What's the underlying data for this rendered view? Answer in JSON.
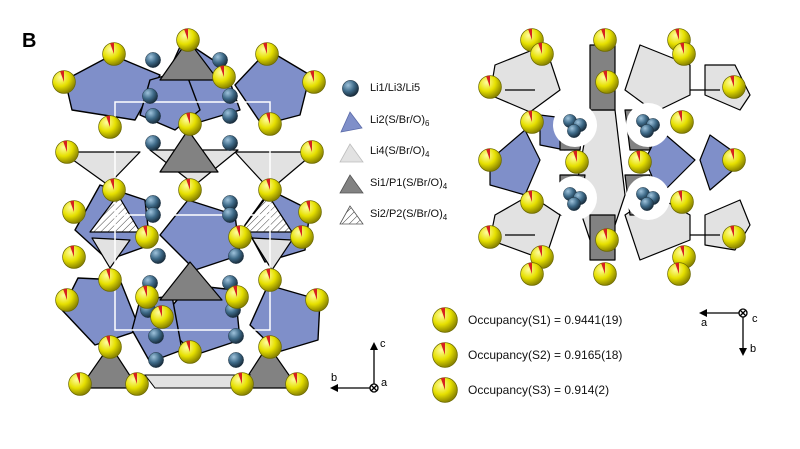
{
  "panel_label": "B",
  "legend": [
    {
      "label": "Li1/Li3/Li5",
      "icon": "li-sphere-icon"
    },
    {
      "label": "Li2(S/Br/O)",
      "sub": "6",
      "icon": "blue-polyhedron-icon"
    },
    {
      "label": "Li4(S/Br/O)",
      "sub": "4",
      "icon": "light-tetrahedron-icon"
    },
    {
      "label": "Si1/P1(S/Br/O)",
      "sub": "4",
      "icon": "dark-tetrahedron-icon"
    },
    {
      "label": "Si2/P2(S/Br/O)",
      "sub": "4",
      "icon": "hatched-tetrahedron-icon"
    }
  ],
  "occupancy": [
    {
      "label": "Occupancy(S1) = 0.9441(19)",
      "value": 0.9441
    },
    {
      "label": "Occupancy(S2) = 0.9165(18)",
      "value": 0.9165
    },
    {
      "label": "Occupancy(S3) = 0.914(2)",
      "value": 0.914
    }
  ],
  "axes_left": {
    "up": "c",
    "left": "b",
    "out": "a"
  },
  "axes_right": {
    "left": "a",
    "down": "b",
    "out": "c"
  },
  "colors": {
    "blue_polyhedron": "#7f8fc9",
    "light_polyhedron": "#e2e2e2",
    "dark_polyhedron": "#828282",
    "sulfur": "#e6e000",
    "lithium": "#3e6a88",
    "bromine_wedge": "#d62020",
    "unit_cell": "#ffffff"
  }
}
